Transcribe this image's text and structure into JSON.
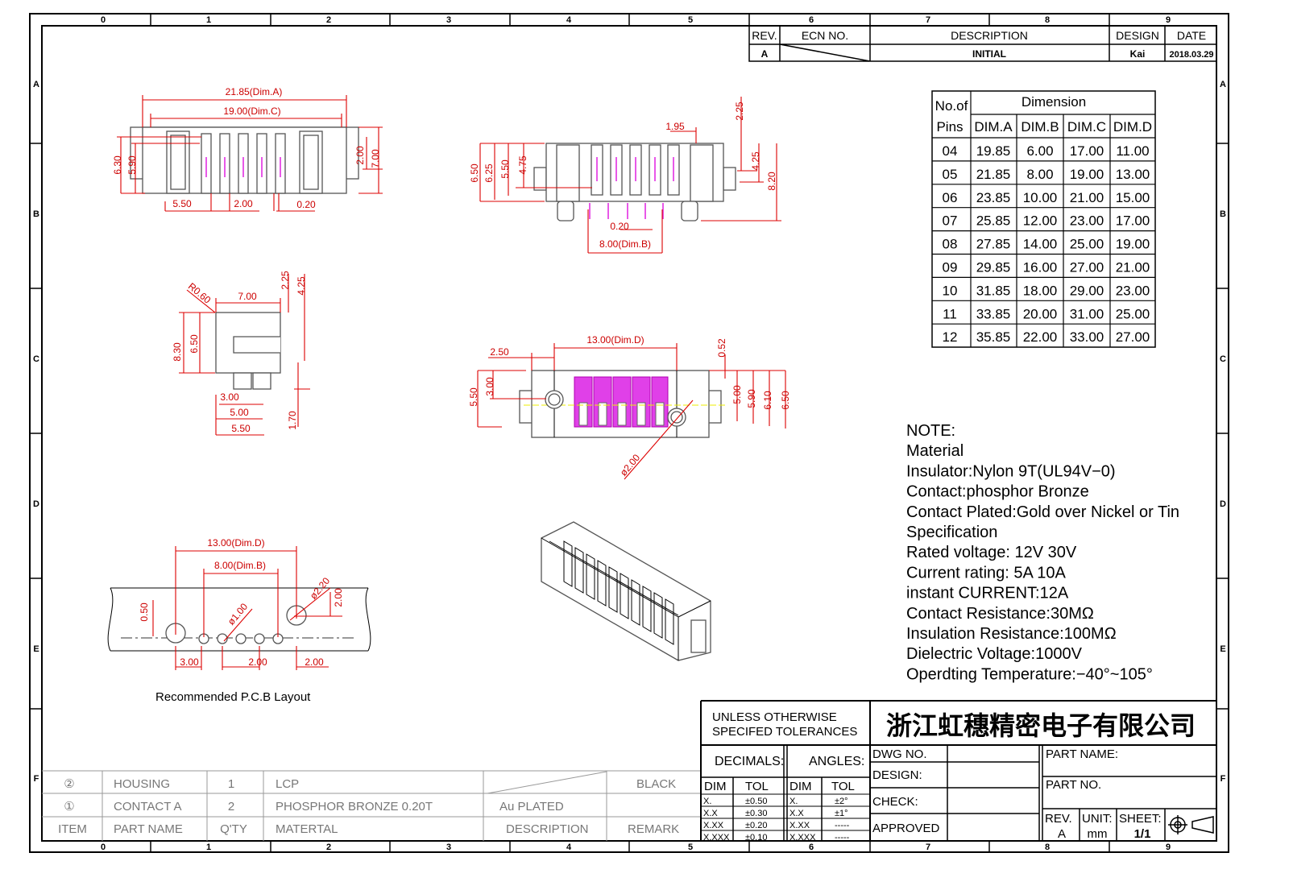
{
  "zones": {
    "columns": [
      "0",
      "1",
      "2",
      "3",
      "4",
      "5",
      "6",
      "7",
      "8",
      "9"
    ],
    "rows": [
      "A",
      "B",
      "C",
      "D",
      "E",
      "F"
    ]
  },
  "revision": {
    "headers": [
      "REV.",
      "ECN NO.",
      "DESCRIPTION",
      "DESIGN",
      "DATE"
    ],
    "row": {
      "rev": "A",
      "description": "INITIAL",
      "design": "Kai",
      "date": "2018.03.29"
    }
  },
  "dimension_table": {
    "header_pins_1": "No.of",
    "header_pins_2": "Pins",
    "header_group": "Dimension",
    "columns": [
      "DIM.A",
      "DIM.B",
      "DIM.C",
      "DIM.D"
    ],
    "rows": [
      [
        "04",
        "19.85",
        "6.00",
        "17.00",
        "11.00"
      ],
      [
        "05",
        "21.85",
        "8.00",
        "19.00",
        "13.00"
      ],
      [
        "06",
        "23.85",
        "10.00",
        "21.00",
        "15.00"
      ],
      [
        "07",
        "25.85",
        "12.00",
        "23.00",
        "17.00"
      ],
      [
        "08",
        "27.85",
        "14.00",
        "25.00",
        "19.00"
      ],
      [
        "09",
        "29.85",
        "16.00",
        "27.00",
        "21.00"
      ],
      [
        "10",
        "31.85",
        "18.00",
        "29.00",
        "23.00"
      ],
      [
        "11",
        "33.85",
        "20.00",
        "31.00",
        "25.00"
      ],
      [
        "12",
        "35.85",
        "22.00",
        "33.00",
        "27.00"
      ]
    ]
  },
  "notes": [
    "NOTE:",
    "Material",
    "Insulator:Nylon  9T(UL94V−0)",
    "Contact:phosphor  Bronze",
    "Contact  Plated:Gold  over  Nickel  or  Tin",
    "Specification",
    "Rated  voltage:  12V  30V",
    "Current  rating:   5A  10A",
    "instant  CURRENT:12A",
    "Contact  Resistance:30MΩ",
    "Insulation  Resistance:100MΩ",
    "Dielectric  Voltage:1000V",
    "Operdting  Temperature:−40°~105°"
  ],
  "views": {
    "front": [
      "21.85(Dim.A)",
      "19.00(Dim.C)",
      "6.30",
      "5.90",
      "2.00",
      "7.00",
      "5.50",
      "2.00",
      "0.20"
    ],
    "side": [
      "1.95",
      "2.25",
      "6.50",
      "6.25",
      "5.50",
      "4.75",
      "4.25",
      "8.20",
      "0.20",
      "8.00(Dim.B)"
    ],
    "end": [
      "R0.60",
      "7.00",
      "2.25",
      "4.25",
      "8.30",
      "6.50",
      "3.00",
      "5.00",
      "5.50",
      "1.70"
    ],
    "bottom": [
      "13.00(Dim.D)",
      "2.50",
      "0.52",
      "5.50",
      "3.00",
      "5.00",
      "5.90",
      "6.10",
      "6.50",
      "ø2.00"
    ],
    "pcb": [
      "13.00(Dim.D)",
      "8.00(Dim.B)",
      "0.50",
      "ø1.00",
      "ø2.20",
      "2.00",
      "3.00",
      "2.00",
      "2.00"
    ],
    "pcb_caption": "Recommended P.C.B Layout"
  },
  "bom": {
    "rows": [
      [
        "②",
        "HOUSING",
        "1",
        "LCP",
        "",
        "BLACK"
      ],
      [
        "①",
        "CONTACT A",
        "2",
        "PHOSPHOR BRONZE 0.20T",
        "Au PLATED",
        ""
      ]
    ],
    "headers": [
      "ITEM",
      "PART NAME",
      "Q'TY",
      "MATERTAL",
      "DESCRIPTION",
      "REMARK"
    ]
  },
  "title_block": {
    "tolerance_note_1": "UNLESS  OTHERWISE",
    "tolerance_note_2": "SPECIFED  TOLERANCES",
    "company": "浙江虹穗精密电子有限公司",
    "decimals_label": "DECIMALS:",
    "angles_label": "ANGLES:",
    "dim_label": "DIM",
    "tol_label": "TOL",
    "decimals": [
      [
        "X.",
        "±0.50"
      ],
      [
        "X.X",
        "±0.30"
      ],
      [
        "X.XX",
        "±0.20"
      ],
      [
        "X.XXX",
        "±0.10"
      ]
    ],
    "angles": [
      [
        "X.",
        "±2°"
      ],
      [
        "X.X",
        "±1°"
      ],
      [
        "X.XX",
        "-----"
      ],
      [
        "X.XXX",
        "-----"
      ]
    ],
    "dwg_no_label": "DWG  NO.",
    "design_label": "DESIGN:",
    "check_label": "CHECK:",
    "approved_label": "APPROVED",
    "part_name_label": "PART  NAME:",
    "part_no_label": "PART  NO.",
    "rev_label": "REV.",
    "rev_value": "A",
    "unit_label": "UNIT:",
    "unit_value": "mm",
    "sheet_label": "SHEET:",
    "sheet_value": "1/1"
  }
}
